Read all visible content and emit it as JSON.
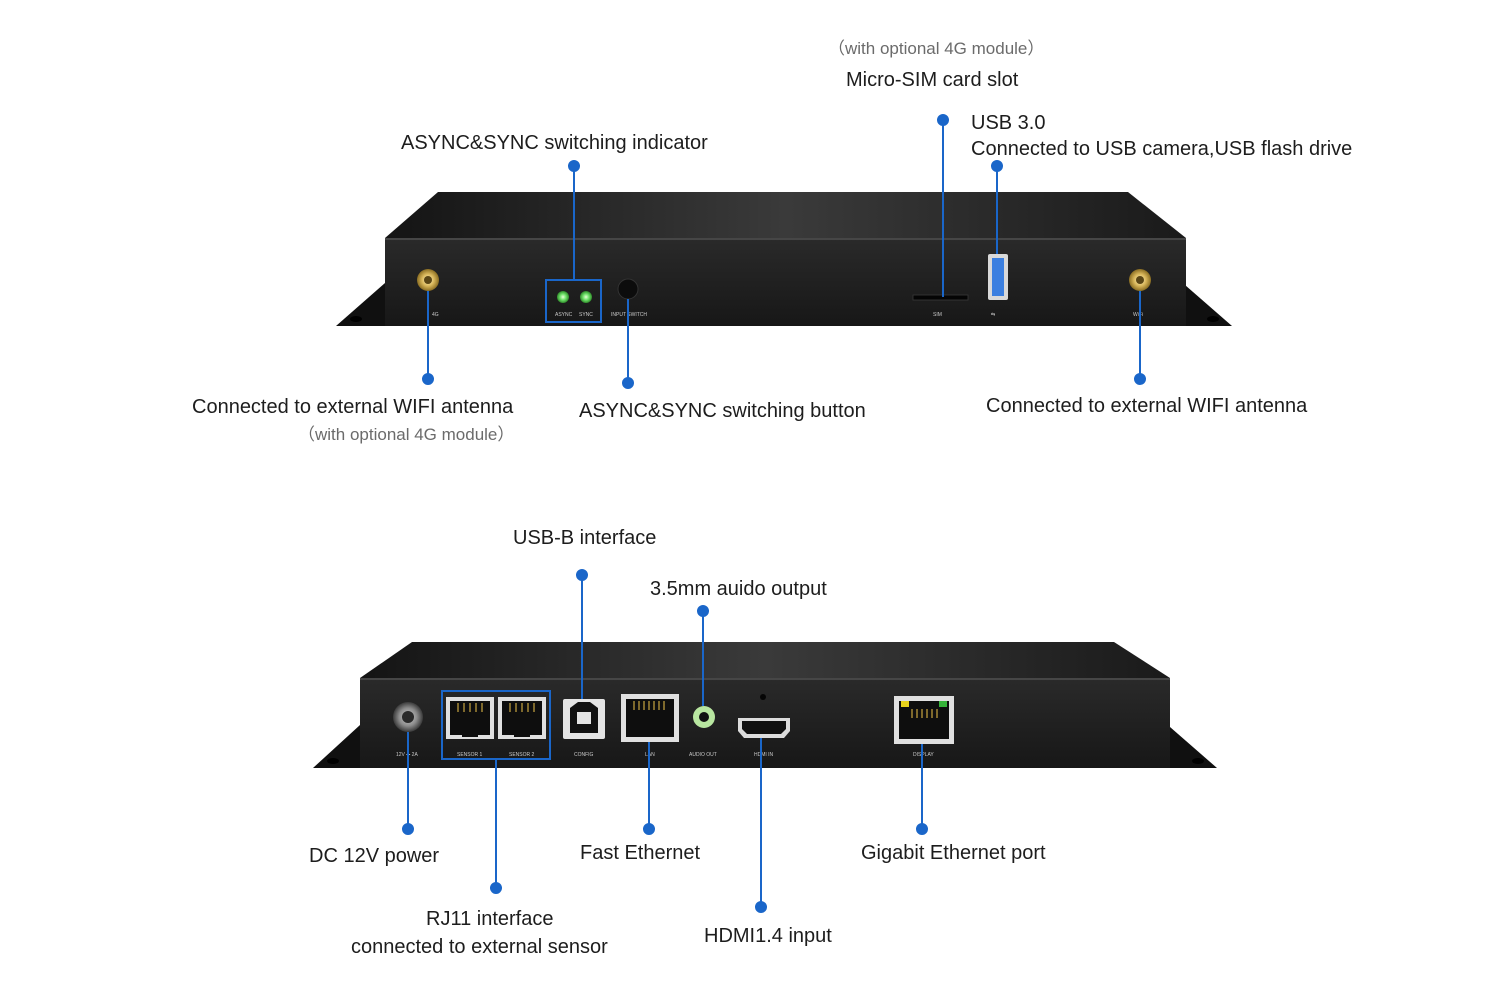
{
  "colors": {
    "accent": "#1a66c9",
    "device_body": "#1f1f1f",
    "led_green": "#6fe36a",
    "usb_blue": "#3b7fe0",
    "gold_connector": "#d8b65a"
  },
  "front_panel": {
    "labels": {
      "sim_note": "（with optional 4G module）",
      "sim_slot": "Micro-SIM card slot",
      "usb3_title": "USB 3.0",
      "usb3_desc": "Connected to USB camera,USB flash drive",
      "sync_indicator": "ASYNC&SYNC switching indicator",
      "wifi_left": "Connected to external WIFI antenna",
      "wifi_left_note": "（with optional 4G module）",
      "sync_button": "ASYNC&SYNC switching button",
      "wifi_right": "Connected to external WIFI antenna"
    },
    "silkscreen": {
      "async": "ASYNC",
      "sync": "SYNC",
      "input_switch": "INPUT SWITCH",
      "sim": "SIM",
      "wifi": "WiFi",
      "left_ant": "4G"
    }
  },
  "rear_panel": {
    "labels": {
      "usb_b": "USB-B interface",
      "audio": "3.5mm auido output",
      "dc_power": "DC 12V power",
      "fast_ethernet": "Fast Ethernet",
      "gigabit": "Gigabit Ethernet port",
      "rj11_title": "RJ11 interface",
      "rj11_desc": "connected to external sensor",
      "hdmi": "HDMI1.4 input"
    },
    "silkscreen": {
      "power": "12V ⎓ 2A",
      "sensor1": "SENSOR 1",
      "sensor2": "SENSOR 2",
      "config": "CONFIG",
      "lan": "LAN",
      "audio_out": "AUDIO OUT",
      "hdmi_in": "HDMI IN",
      "display": "DISPLAY"
    }
  }
}
